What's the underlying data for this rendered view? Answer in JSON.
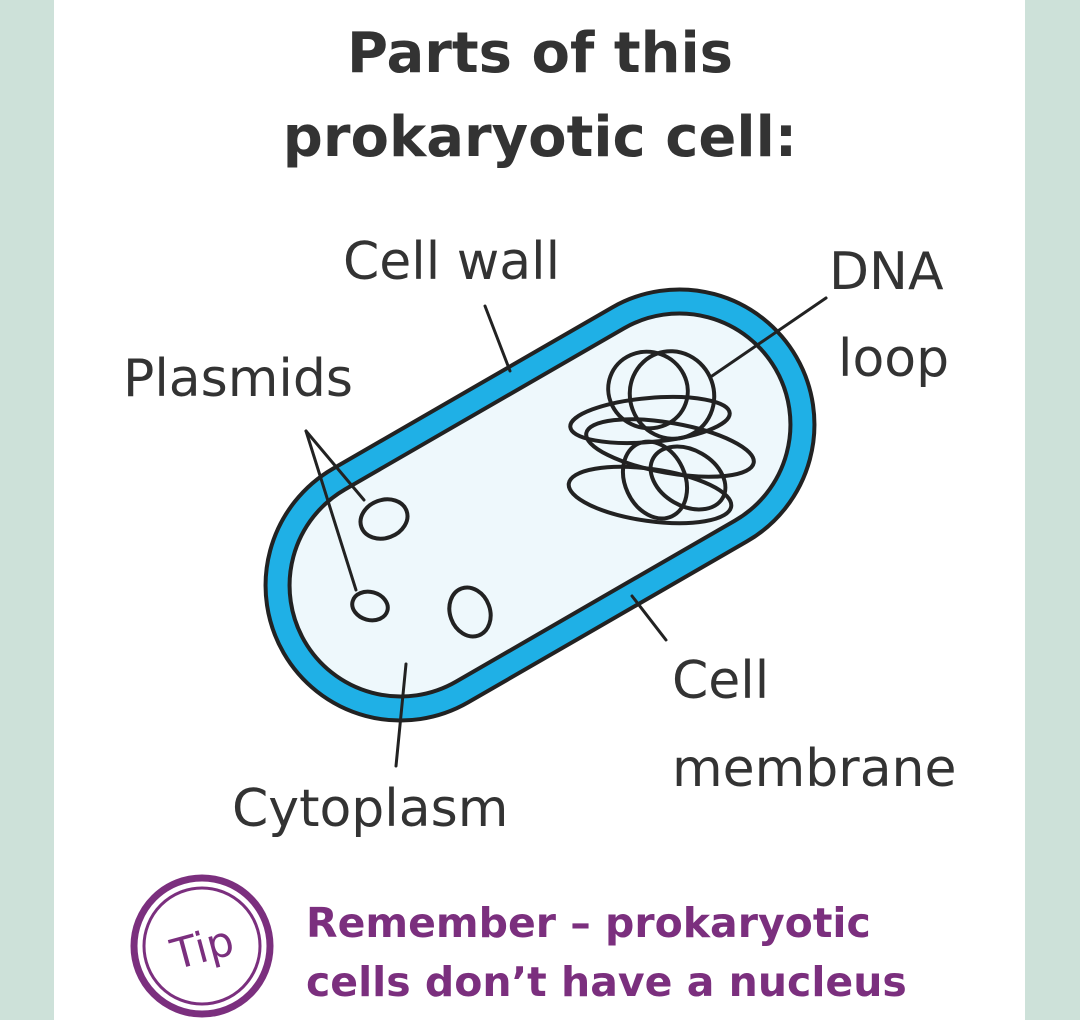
{
  "title": {
    "line1": "Parts of this",
    "line2": "prokaryotic cell:"
  },
  "labels": {
    "cell_wall": "Cell wall",
    "dna_line1": "DNA",
    "dna_line2": "loop",
    "plasmids": "Plasmids",
    "membrane_line1": "Cell",
    "membrane_line2": "membrane",
    "cytoplasm": "Cytoplasm"
  },
  "tip": {
    "badge": "Tip",
    "line1": "Remember – prokaryotic",
    "line2": "cells don’t have a nucleus"
  },
  "colors": {
    "background": "#cde1d9",
    "card": "#ffffff",
    "cell_wall": "#1fb0e6",
    "cytoplasm": "#eef8fc",
    "outline": "#222222",
    "text": "#333333",
    "tip": "#7b2f7e"
  }
}
